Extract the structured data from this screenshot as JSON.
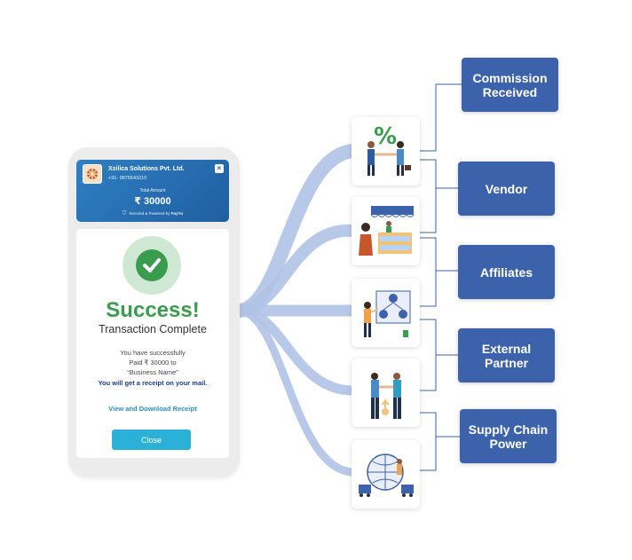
{
  "payment": {
    "merchant_name": "Xsilica Solutions Pvt. Ltd.",
    "merchant_phone": "+91- 9876543210",
    "total_label": "Total Amount",
    "total_amount": "₹ 30000",
    "secured_text": "Secured & Powered by",
    "secured_brand": "PayYu",
    "close_x": "×"
  },
  "confirmation": {
    "title": "Success!",
    "subtitle": "Transaction Complete",
    "line1": "You have successfully",
    "line2": "Paid ₹ 30000  to",
    "line3": "“Business Name”",
    "line4": "You will get a receipt on your mail.",
    "view_link": "View and Download Receipt",
    "close_button": "Close"
  },
  "outcomes": [
    {
      "label": "Commission\nReceived"
    },
    {
      "label": "Vendor"
    },
    {
      "label": "Affiliates"
    },
    {
      "label": "External\nPartner"
    },
    {
      "label": "Supply Chain\nPower"
    }
  ],
  "cards": [
    {
      "icon": "commission-handshake-icon"
    },
    {
      "icon": "vendor-stall-icon"
    },
    {
      "icon": "affiliates-network-icon"
    },
    {
      "icon": "partner-handshake-icon"
    },
    {
      "icon": "supply-chain-globe-icon"
    }
  ],
  "colors": {
    "flow": "#b0c2e6",
    "outcome_box": "#3d62ac",
    "success_green": "#3a9c4e",
    "header_blue": "#1f5f9f",
    "button_cyan": "#2bb0d8"
  }
}
